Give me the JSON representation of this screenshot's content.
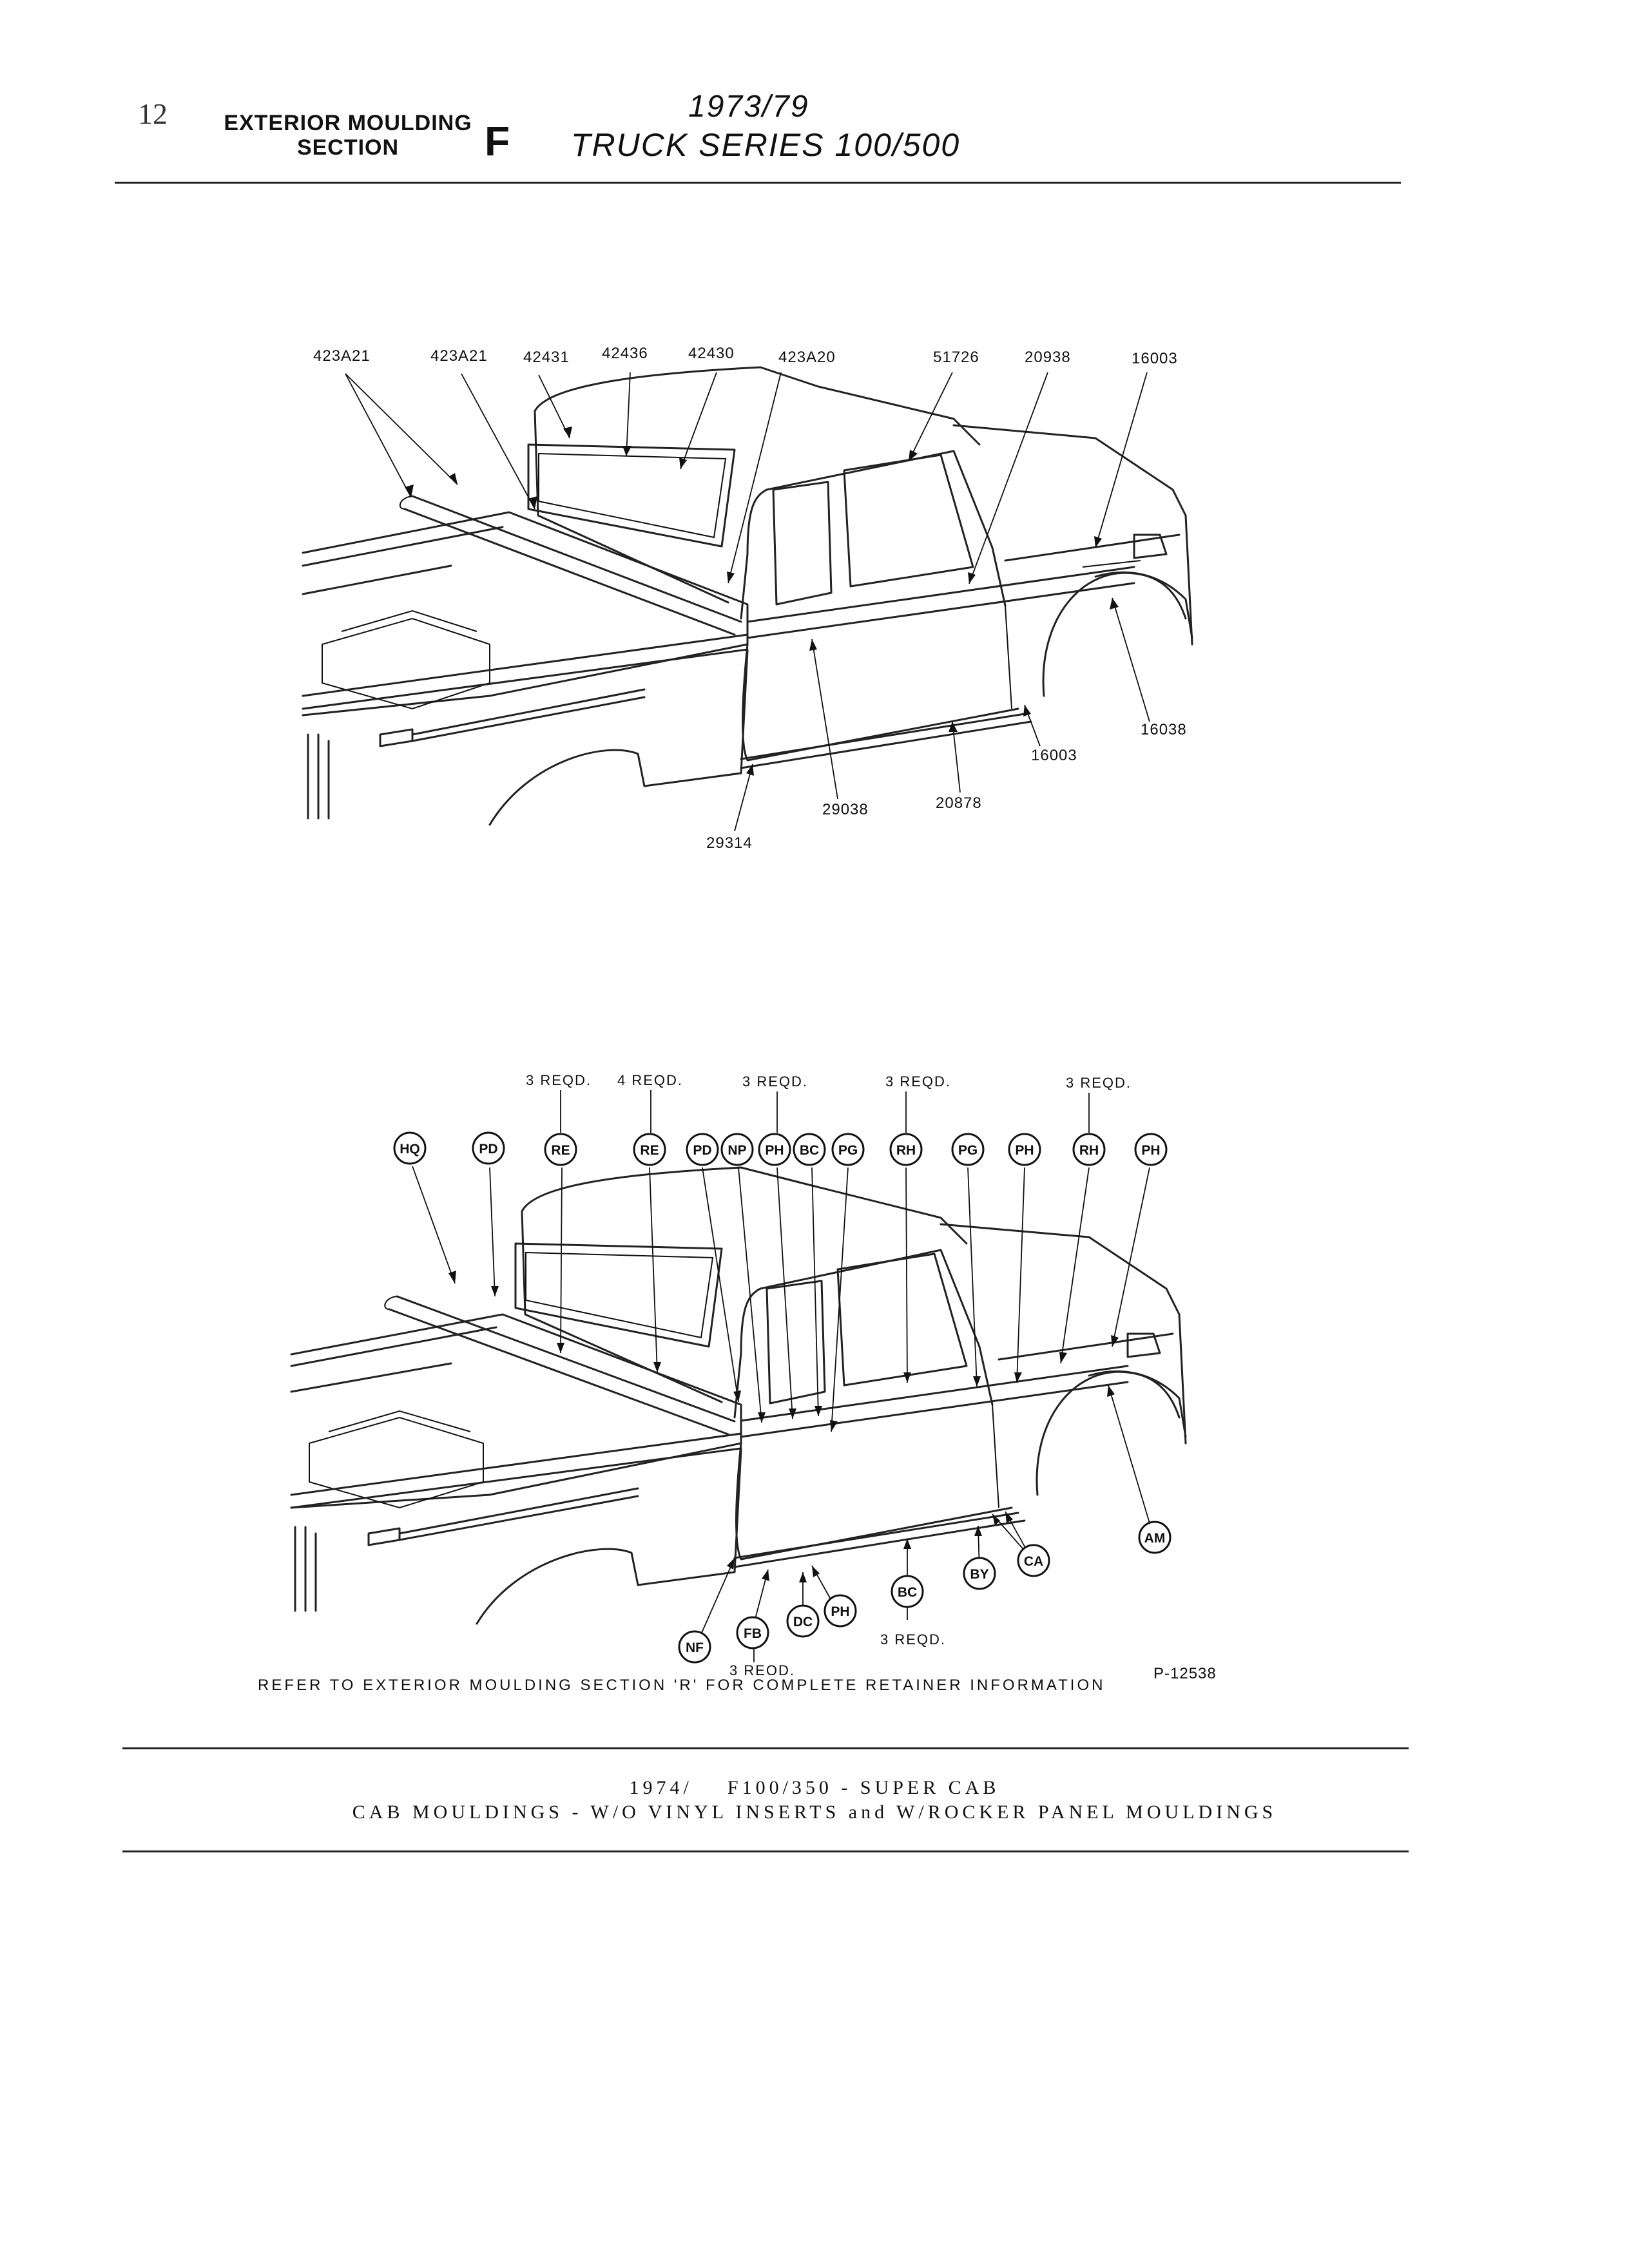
{
  "header": {
    "page_number": "12",
    "section_title": [
      "EXTERIOR MOULDING",
      "SECTION"
    ],
    "section_letter": "F",
    "years": "1973/79",
    "series": "TRUCK SERIES 100/500"
  },
  "diagram1": {
    "part_numbers": [
      "423A21",
      "423A21",
      "42431",
      "42436",
      "42430",
      "423A20",
      "51726",
      "20938",
      "16003",
      "16038",
      "16003",
      "20878",
      "29038",
      "29314"
    ]
  },
  "diagram2": {
    "quantity_labels": [
      "3 REQD.",
      "4 REQD.",
      "3 REQD.",
      "3 REQD.",
      "3 REQD.",
      "3 REQD.",
      "3 REQD."
    ],
    "top_callouts": [
      "HQ",
      "PD",
      "RE",
      "RE",
      "PD",
      "NP",
      "PH",
      "BC",
      "PG",
      "RH",
      "PG",
      "PH",
      "RH",
      "PH"
    ],
    "bottom_callouts": [
      "AM",
      "CA",
      "BY",
      "BC",
      "PH",
      "DC",
      "FB",
      "NF"
    ]
  },
  "footer": {
    "refer_note": "REFER TO EXTERIOR MOULDING SECTION 'R' FOR COMPLETE RETAINER INFORMATION",
    "plate_number": "P-12538",
    "caption_line1": "1974/    F100/350 - SUPER CAB",
    "caption_line2": "CAB MOULDINGS - W/O VINYL INSERTS and W/ROCKER PANEL MOULDINGS"
  }
}
